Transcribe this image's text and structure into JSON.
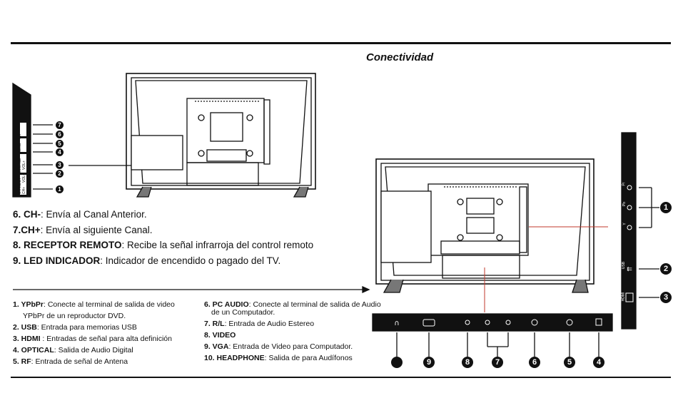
{
  "page": {
    "section_title": "Conectividad"
  },
  "front_descriptions": [
    {
      "label": "6. CH-",
      "text": ": Envía al Canal Anterior."
    },
    {
      "label": "7.CH+",
      "text": ": Envía al siguiente Canal."
    },
    {
      "label": "8. RECEPTOR REMOTO",
      "text": ": Recibe la señal infrarroja del control remoto"
    },
    {
      "label": "9. LED INDICADOR",
      "text": ": Indicador de encendido o pagado del TV."
    }
  ],
  "connections_left": [
    {
      "label": "1. YPbPr",
      "text": ": Conecte al terminal de salida de video",
      "cont": "YPbPr de un reproductor DVD."
    },
    {
      "label": "2. USB",
      "text": ": Entrada para memorias USB"
    },
    {
      "label": "3. HDMI",
      "text": " : Entradas de señal para alta definición"
    },
    {
      "label": "4. OPTICAL",
      "text": ": Salida de Audio Digital"
    },
    {
      "label": "5. RF",
      "text": ": Entrada de señal de Antena"
    }
  ],
  "connections_right": [
    {
      "label": "6. PC AUDIO",
      "text": ": Conecte al terminal de salida de Audio",
      "cont": "de un Computador."
    },
    {
      "label": "7. R/L",
      "text": ": Entrada de Audio Estereo"
    },
    {
      "label": "8. VIDEO",
      "text": ""
    },
    {
      "label": "9. VGA",
      "text": ": Entrada de Video para Computador."
    },
    {
      "label": "10. HEADPHONE",
      "text": ": Salida de para Audífonos"
    }
  ],
  "side_buttons": [
    "STANDBY",
    "SOURCE",
    "MENU",
    "CH-",
    "CH+",
    "VOL-",
    "VOL+"
  ],
  "side_callouts": [
    "7",
    "6",
    "5",
    "4",
    "3",
    "2",
    "1"
  ],
  "right_panel_ports": [
    "Pr",
    "Pb",
    "Y",
    "USB",
    "HDMI"
  ],
  "right_callouts": [
    "1",
    "2",
    "3"
  ],
  "bottom_callouts": [
    "9",
    "8",
    "7",
    "6",
    "5",
    "4"
  ]
}
